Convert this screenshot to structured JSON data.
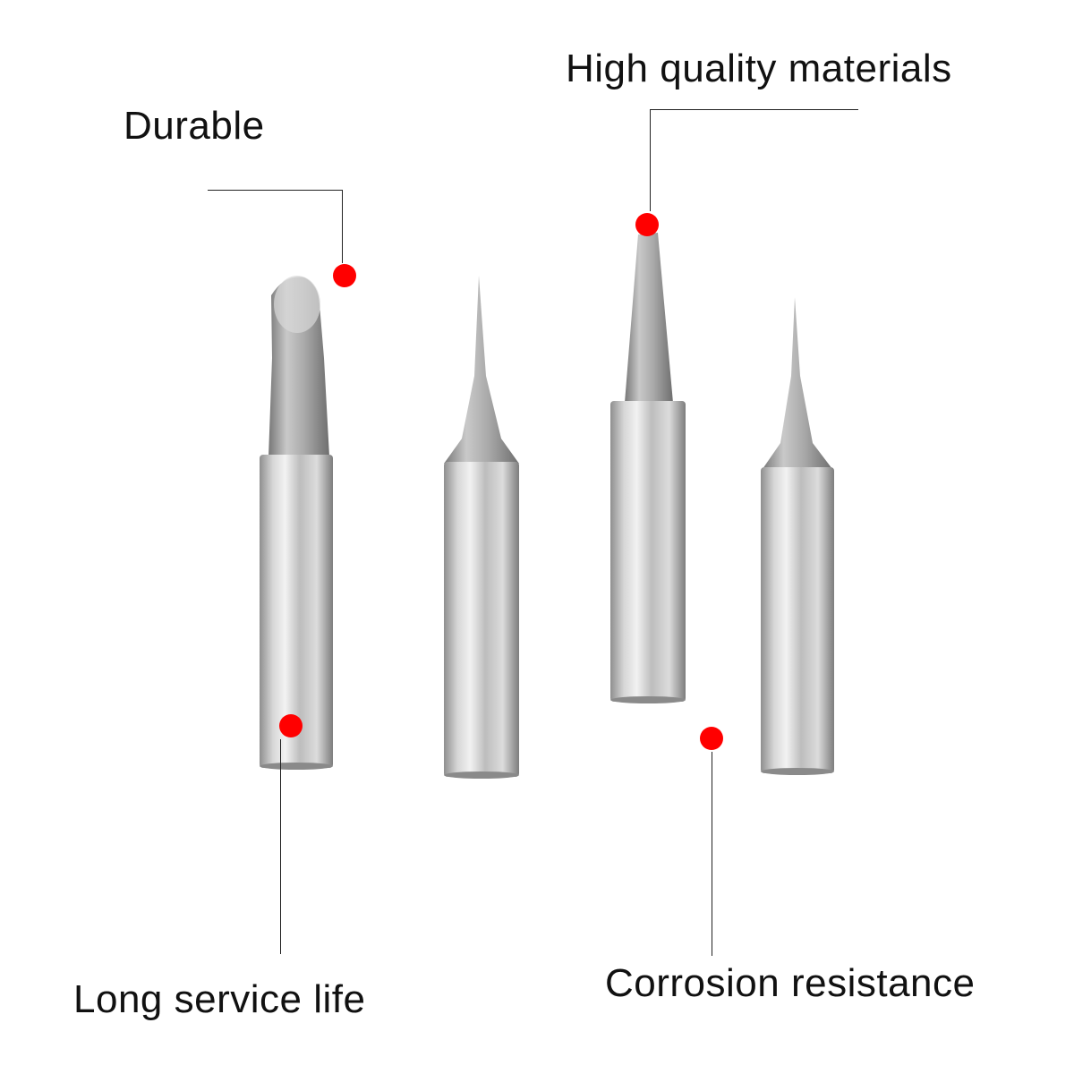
{
  "callouts": {
    "durable": "Durable",
    "high_quality": "High quality materials",
    "long_life": "Long service life",
    "corrosion": "Corrosion resistance"
  },
  "colors": {
    "background": "#ffffff",
    "marker": "#ff0000",
    "leader_line": "#222222",
    "metal": "#c8c8c8"
  },
  "product": {
    "items": [
      "bevel-tip",
      "conical-fine-tip",
      "chisel-tip",
      "needle-tip"
    ]
  }
}
